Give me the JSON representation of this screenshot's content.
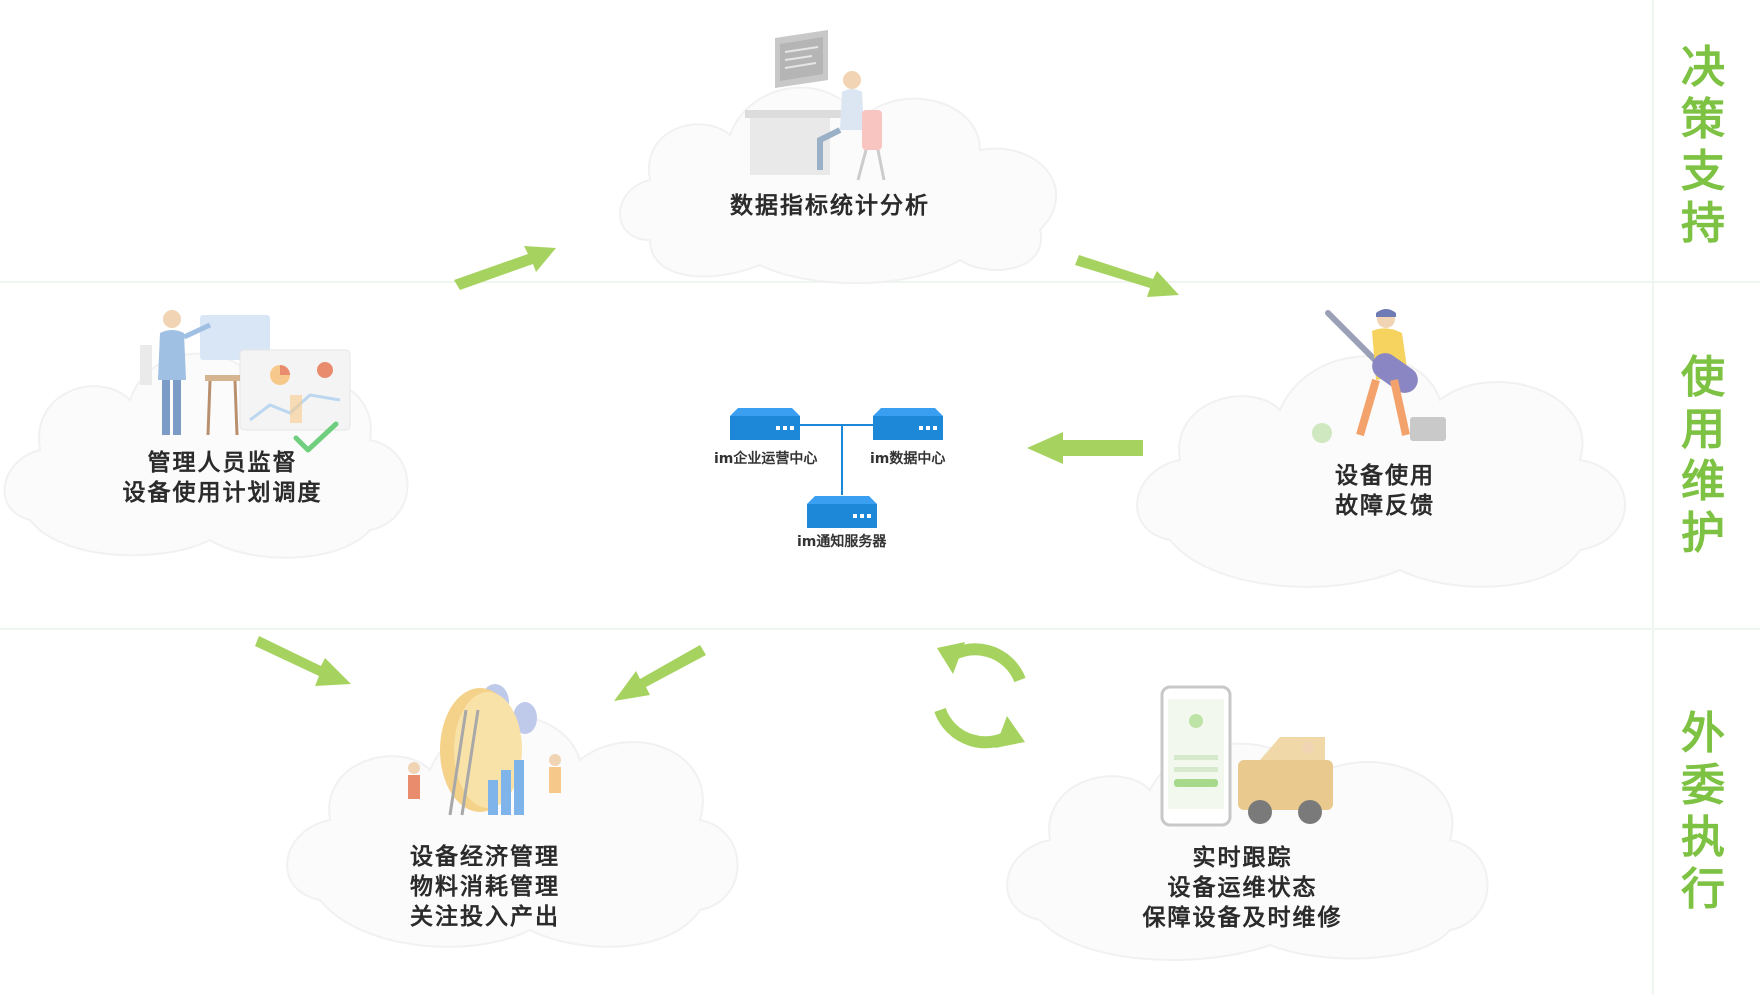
{
  "side_labels": {
    "decision": "决策支持",
    "usage": "使用维护",
    "outsource": "外委执行"
  },
  "nodes": {
    "data_analysis": "数据指标统计分析",
    "management": "管理人员监督\n设备使用计划调度",
    "fault_feedback": "设备使用\n故障反馈",
    "economic": "设备经济管理\n物料消耗管理\n关注投入产出",
    "tracking": "实时跟踪\n设备运维状态\n保障设备及时维修"
  },
  "servers": {
    "enterprise": "im企业运营中心",
    "data_center": "im数据中心",
    "notify": "im通知服务器"
  },
  "colors": {
    "accent_green": "#7dc242",
    "server_blue": "#1e88d8"
  },
  "icons": {
    "arrow": "green-arrow-icon",
    "cycle": "refresh-cycle-icon",
    "check": "checkmark-icon"
  }
}
